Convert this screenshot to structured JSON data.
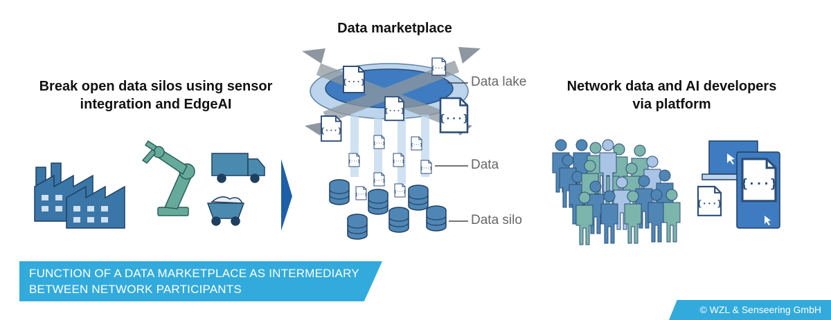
{
  "titles": {
    "center": "Data marketplace",
    "left": "Break open data silos using sensor\nintegration and EdgeAI",
    "right": "Network data and AI developers\nvia platform"
  },
  "labels": {
    "data_lake": "Data lake",
    "data": "Data",
    "data_silo": "Data silo"
  },
  "banner": {
    "text": "FUNCTION OF A DATA MARKETPLACE AS INTERMEDIARY\nBETWEEN NETWORK PARTICIPANTS"
  },
  "copyright": "© WZL & Senseering GmbH",
  "colors": {
    "factory": "#3a76a8",
    "robot": "#66aa9c",
    "truck": "#4a8aae",
    "lake": "#3f7bc0",
    "accent": "#32aadc",
    "arrow": "#8e979f"
  },
  "icons": [
    "factory-icon",
    "robot-arm-icon",
    "truck-icon",
    "mine-cart-icon",
    "chevron-right-icon",
    "data-file-icon",
    "data-silo-icon",
    "people-icon",
    "laptop-icon",
    "tablet-icon"
  ]
}
